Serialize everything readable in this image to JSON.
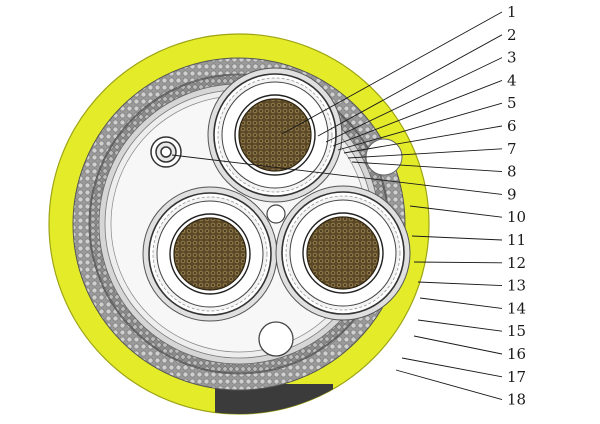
{
  "labels": [
    "1",
    "2",
    "3",
    "4",
    "5",
    "6",
    "7",
    "8",
    "9",
    "10",
    "11",
    "12",
    "13",
    "14",
    "15",
    "16",
    "17",
    "18"
  ],
  "colors": {
    "outer_sheath": "#e4ec2a",
    "outer_sheath_dark": "#c9d21c",
    "armour": "#8c8c8c",
    "bedding": "#d9d9d9",
    "filler": "#f2f2f2",
    "conductor": "#5b4a2a",
    "insulation": "#ffffff",
    "screen": "#b0b0b0",
    "stripe": "#3b3b3b",
    "line": "#1a1a1a"
  }
}
